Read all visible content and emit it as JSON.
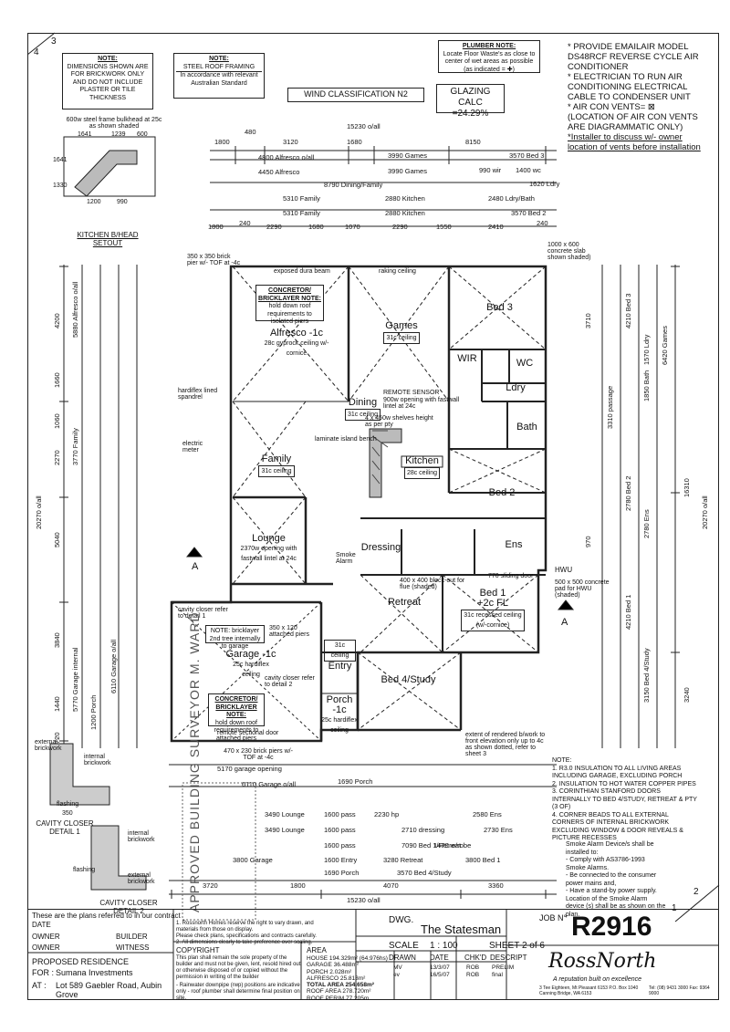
{
  "sheet_corners": {
    "top_left_a": "4",
    "top_left_b": "3",
    "bottom_right_a": "1",
    "bottom_right_b": "2"
  },
  "notes": {
    "dimensions": {
      "title": "NOTE:",
      "text": "DIMENSIONS SHOWN ARE FOR BRICKWORK ONLY AND DO NOT INCLUDE PLASTER OR TILE THICKNESS"
    },
    "roof": {
      "title": "NOTE:",
      "heading": "STEEL ROOF FRAMING",
      "text": "In accordance with relevant Australian Standard"
    },
    "wind": "WIND CLASSIFICATION N2",
    "glazing": {
      "title": "GLAZING CALC",
      "value": "=24.29%"
    },
    "plumber": {
      "title": "PLUMBER NOTE:",
      "text": "Locate Floor Waste's as close to center of wet areas as possible (as indicated = ✚)"
    },
    "aircon": [
      "* PROVIDE EMAILAIR MODEL DS48RCF REVERSE CYCLE AIR CONDITIONER",
      "* ELECTRICIAN TO RUN AIR CONDITIONING ELECTRICAL CABLE TO CONDENSER UNIT",
      "* AIR CON VENTS= ⊠",
      "(LOCATION OF AIR CON VENTS ARE DIAGRAMMATIC ONLY)",
      "*Installer to discuss w/- owner location of vents before installation"
    ],
    "concretor1": {
      "title": "CONCRETOR/ BRICKLAYER NOTE:",
      "text": "hold down roof requirements to isolated piers"
    },
    "concretor2": {
      "title": "CONCRETOR/ BRICKLAYER NOTE:",
      "text": "hold down roof requirements to attached piers"
    },
    "bricklayer": {
      "title": "NOTE: bricklayer",
      "text": "2nd tree internally to garage"
    },
    "general": [
      "NOTE:",
      "1. R3.0 INSULATION TO ALL LIVING AREAS INCLUDING GARAGE, EXCLUDING PORCH",
      "2. INSULATION TO HOT WATER COPPER PIPES",
      "3. CORINTHIAN STANFORD DOORS INTERNALLY TO BED 4/STUDY, RETREAT & PTY (3 OF)",
      "4. CORNER BEADS TO ALL EXTERNAL CORNERS OF INTERNAL BRICKWORK EXCLUDING WINDOW & DOOR REVEALS & PICTURE RECESSES"
    ],
    "smoke": [
      "Smoke Alarm Device/s shall be installed to:",
      "- Comply with AS3786-1993 Smoke Alarms.",
      "- Be connected to the consumer power mains and,",
      "- Have a stand-by power supply. Location of the Smoke Alarm device (s) shall be as shown on the plan."
    ]
  },
  "details": {
    "kitchen_title": "KITCHEN B/HEAD SETOUT",
    "kitchen_note": "600w steel frame bulkhead at 25c as shown shaded",
    "kitchen_dims": [
      "1641",
      "1239",
      "600",
      "1200",
      "990",
      "1641",
      "1330"
    ],
    "cavity1": "CAVITY CLOSER DETAIL 1",
    "cavity2": "CAVITY CLOSER DETAIL 2",
    "labels": [
      "external brickwork",
      "internal brickwork",
      "flashing",
      "350",
      "internal brickwork",
      "external brickwork",
      "flashing"
    ]
  },
  "rooms": [
    {
      "key": "alfresco",
      "name": "Alfresco -1c",
      "sub": "28c gyprock ceiling w/-cornice"
    },
    {
      "key": "games",
      "name": "Games",
      "ceiling": "31c ceiling"
    },
    {
      "key": "bed3",
      "name": "Bed 3"
    },
    {
      "key": "dining",
      "name": "Dining",
      "ceiling": "31c ceiling"
    },
    {
      "key": "family",
      "name": "Family",
      "ceiling": "31c ceiling"
    },
    {
      "key": "kitchen",
      "name": "Kitchen",
      "ceiling": "28c ceiling"
    },
    {
      "key": "bed2",
      "name": "Bed 2"
    },
    {
      "key": "lounge",
      "name": "Lounge",
      "sub": "2370w opening with fastwall lintel at 24c"
    },
    {
      "key": "dressing",
      "name": "Dressing"
    },
    {
      "key": "ens",
      "name": "Ens"
    },
    {
      "key": "retreat",
      "name": "Retreat"
    },
    {
      "key": "bed1",
      "name": "Bed 1",
      "sub": "+2c FL",
      "ceiling": "31c recessed ceiling (w/-cornice)"
    },
    {
      "key": "garage",
      "name": "Garage -1c",
      "sub": "25c hardiflex ceiling"
    },
    {
      "key": "entry",
      "name": "Entry",
      "ceiling": "31c ceiling"
    },
    {
      "key": "bed4",
      "name": "Bed 4/Study"
    },
    {
      "key": "porch",
      "name": "Porch -1c",
      "sub": "25c hardiflex ceiling"
    },
    {
      "key": "wc",
      "name": "WC"
    },
    {
      "key": "ldry",
      "name": "Ldry"
    },
    {
      "key": "bath",
      "name": "Bath"
    },
    {
      "key": "wir",
      "name": "WIR"
    }
  ],
  "plan_labels": {
    "exposed_dura_beam": "exposed dura beam",
    "raking_ceiling": "raking ceiling",
    "remote_sensor": "REMOTE SENSOR",
    "opening_900": "900w opening with fastwall lintel at 24c",
    "shelves": "4 x 450w shelves height as per pty",
    "island": "laminate island bench",
    "hardiflex_spandrel": "hardiflex lined spandrel",
    "electric_meter": "electric meter",
    "sq_brick_pier": "350 x 350 brick pier w/- TOF at -4c",
    "concrete_slab": "1000 x 600 concrete slab shown shaded)",
    "hwu": "HWU",
    "hwu_pad": "500 x 500 concrete pad for HWU (shaded)",
    "smoke_alarm": "Smoke Alarm",
    "section_a": "A",
    "remote_sectional_door": "remote sectional door",
    "garage_pier": "470 x 230 brick piers w/- TOF at -4c",
    "extent_note": "extent of rendered b/work to front elevation only up to 4c as shown dotted, refer to sheet 3",
    "bed1_blockout": "400 x 400 block-out for flue (shaded)",
    "sliding_door": "770 sliding door",
    "column_detail": "350 x 120 attached piers",
    "cavity_closer_1": "cavity closer refer to detail 1",
    "cavity_closer_2": "cavity closer refer to detail 2"
  },
  "dims_top": {
    "overall": "15230 o/all",
    "row1": [
      "1800",
      "480",
      "3120",
      "1680",
      "8150"
    ],
    "alfresco": "4800 Alfresco o/all",
    "games": [
      "3990 Games",
      "3990 Games"
    ],
    "bed3": [
      "3570 Bed 3",
      "990 wir",
      "1400 wc",
      "1620 Ldry"
    ],
    "dining": "8790 Dining/Family",
    "family": [
      "5310 Family",
      "5310 Family"
    ],
    "kitchen": [
      "2880 Kitchen",
      "2880 Kitchen"
    ],
    "bed2": [
      "2480 Ldry/Bath",
      "3570 Bed 2"
    ],
    "bottom": [
      "1800",
      "240",
      "2290",
      "1680",
      "1070",
      "2290",
      "1550",
      "2410",
      "240"
    ],
    "alfresco_width": "4450 Alfresco"
  },
  "dims_bottom": {
    "overall": "15230 o/all",
    "garage": "6110 Garage o/all",
    "garage_inner": "5170 garage opening",
    "porch": "1690 Porch",
    "row1": [
      "1800",
      "4070",
      "3360",
      "3720"
    ],
    "lounge": [
      "3490 Lounge",
      "3490 Lounge"
    ],
    "pass": [
      "1600 pass",
      "1600 pass",
      "1600 pass"
    ],
    "dressing": [
      "2710 dressing",
      "1470 w/robe"
    ],
    "ens": [
      "2580 Ens",
      "2730 Ens"
    ],
    "bed1": "7090 Bed 1/Retreat",
    "retreat": "3280 Retreat",
    "bed": "3800 Bed 1",
    "garage_p": "3800 Garage",
    "entry": "1600 Entry",
    "porch_b": "1690 Porch",
    "bed2b": "3570 Bed 4/Study",
    "hp": "2230 hp"
  },
  "dims_left": {
    "overall": "20270 o/all",
    "alfresco": "5880 Alfresco o/all",
    "family": "3770 Family",
    "garage": "6110 Garage o/all",
    "garage_inner": "5770 Garage internal",
    "porch": "1200 Porch",
    "values": [
      "4200",
      "1660",
      "1060",
      "2270",
      "5040",
      "3840",
      "1440",
      "720"
    ]
  },
  "dims_right": {
    "overall": "16310",
    "overall2": "20270 o/all",
    "bed3": "4210 Bed 3",
    "bath": "1850 Bath",
    "ldry": "1570 Ldry",
    "bed2": "2780 Bed 2",
    "ens": "2780 Ens",
    "bed1": "4210 Bed 1",
    "bed4": "3150 Bed 4/Study",
    "values": [
      "3710",
      "6420 Games",
      "3310 passage",
      "970",
      "3240"
    ]
  },
  "surveyor_stamp": "APPROVED BUILDING SURVEYOR M. WARD",
  "title_block": {
    "contract": "These are the plans referred to in our contract",
    "date_label": "DATE",
    "owner_label": "OWNER",
    "builder_label": "BUILDER",
    "witness_label": "WITNESS",
    "proposed": "PROPOSED RESIDENCE",
    "for_label": "FOR :",
    "for_value": "Sumana Investments",
    "at_label": "AT :",
    "at_value": "Lot 589 Gaebler Road, Aubin Grove",
    "notes": [
      "1. Rossnorth Homes reserve the right to vary drawn, and materials from those on display.",
      "Please check plans, specifications and contracts carefully.",
      "2. All dimensions clearly to take preference over scaling."
    ],
    "copyright_title": "COPYRIGHT",
    "copyright_text": "This plan shall remain the sole property of the builder and must not be given, lent, resold hired out or otherwise disposed of or copied without the permission in writing of the builder",
    "copyright_text2": "- Rainwater downpipe (rwp) positions are indicative only - roof plumber shall determine final position on site.",
    "area_title": "AREA",
    "areas": [
      "HOUSE 194.329m² (64.976hs)",
      "GARAGE 36.488m²",
      "PORCH 2.028m²",
      "ALFRESCO 25.813m²",
      "TOTAL AREA 254.658m²",
      "ROOF AREA 278.720m²",
      "ROOF PERIM 77.205m"
    ],
    "dwg_label": "DWG.",
    "dwg_value": "The Statesman",
    "scale_label": "SCALE",
    "scale_value": "1 : 100",
    "sheet": "SHEET 2 of 6",
    "job_label": "JOB N°",
    "job_value": "R2916",
    "rev_headers": [
      "DRAWN",
      "DATE",
      "CHK'D",
      "DESCRIPT"
    ],
    "rev_rows": [
      [
        "MV",
        "13/3/07",
        "ROB",
        "PRELIM"
      ],
      [
        "ev",
        "16/5/07",
        "ROB",
        "final"
      ]
    ],
    "logo": "RossNorth",
    "tagline": "A reputation built on excellence",
    "address": "3 Tee Eighteen, Mt Pleasant 6153  P.O. Box 1040 Canning Bridge, WA 6153",
    "phone": "Tel: (08) 9431 3000  Fax: 9364 9000"
  }
}
